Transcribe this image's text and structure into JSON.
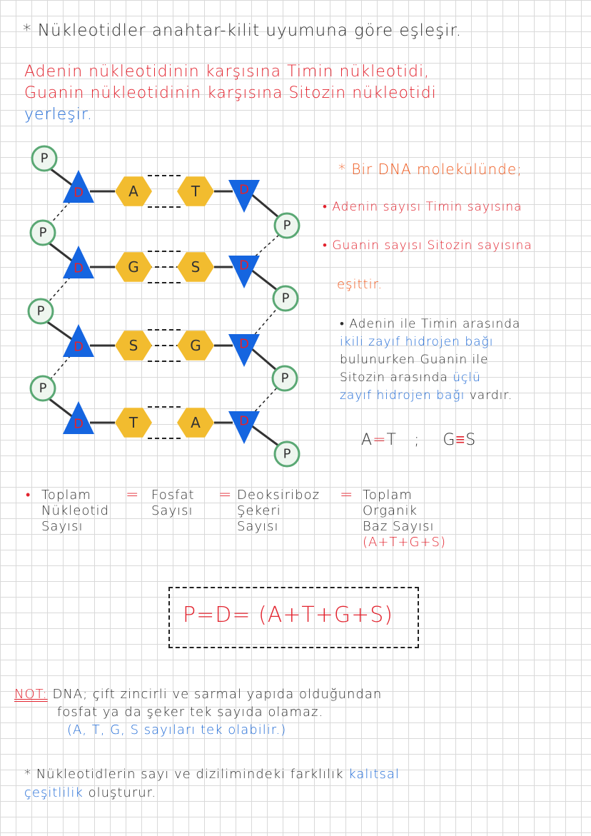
{
  "title": "* Nükleotidler anahtar-kilit uyumuna göre eşleşir.",
  "intro": {
    "line1_red_a": "Adenin nükleotidinin karşısına",
    "line1_red_b": "Timin nükleotidi,",
    "line2_red_a": "Guanin nükleotidinin karşısına",
    "line2_red_b": "Sitozin nükleotidi",
    "line3_blue": "yerleşir."
  },
  "diagram": {
    "phosphate_label": "P",
    "sugar_label": "D",
    "rows": [
      {
        "left_base": "A",
        "right_base": "T",
        "bonds": 2
      },
      {
        "left_base": "G",
        "right_base": "S",
        "bonds": 3
      },
      {
        "left_base": "S",
        "right_base": "G",
        "bonds": 3
      },
      {
        "left_base": "T",
        "right_base": "A",
        "bonds": 2
      }
    ],
    "colors": {
      "sugar": "#1565e0",
      "sugar_text": "#e2232e",
      "base": "#f2bc2f",
      "phosphate_fill": "#eef6ef",
      "phosphate_stroke": "#5aa874"
    }
  },
  "side": {
    "heading": "* Bir DNA molekülünde;",
    "bullet1": "• Adenin sayısı Timin sayısına",
    "bullet2": "• Guanin sayısı Sitozin sayısına",
    "equal": "eşittir.",
    "para_black_a": "• Adenin ile Timin arasında",
    "para_blue_a": "ikili zayıf hidrojen bağı",
    "para_black_b": "bulunurken Guanin ile",
    "para_black_c": "Sitozin arasında",
    "para_blue_b": "üçlü",
    "para_blue_c": "zayıf hidrojen bağı",
    "para_black_d": "vardır.",
    "eq_left": "A",
    "eq_left_sym": "=",
    "eq_left_r": "T",
    "eq_sep": ";",
    "eq_right": "G",
    "eq_right_sym": "≡",
    "eq_right_r": "S"
  },
  "formula": {
    "bullet": "•",
    "t1": "Toplam",
    "t2": "Nükleotid",
    "t3": "Sayısı",
    "eq": "=",
    "f1": "Fosfat",
    "f2": "Sayısı",
    "d1": "Deoksiriboz",
    "d2": "Şekeri",
    "d3": "Sayısı",
    "o1": "Toplam",
    "o2": "Organik",
    "o3": "Baz Sayısı",
    "o4": "(A+T+G+S)"
  },
  "boxed_formula": "P=D= (A+T+G+S)",
  "note": {
    "label": "NOT:",
    "line1": "DNA; çift zincirli ve sarmal yapıda olduğundan",
    "line2": "fosfat ya da şeker tek sayıda olamaz.",
    "line3": "(A, T, G, S sayıları tek olabilir.)"
  },
  "closing": {
    "black_a": "* Nükleotidlerin sayı ve dizilimindeki farklılık",
    "blue_a": "kalıtsal",
    "blue_b": "çeşitlilik",
    "black_b": "oluşturur."
  }
}
